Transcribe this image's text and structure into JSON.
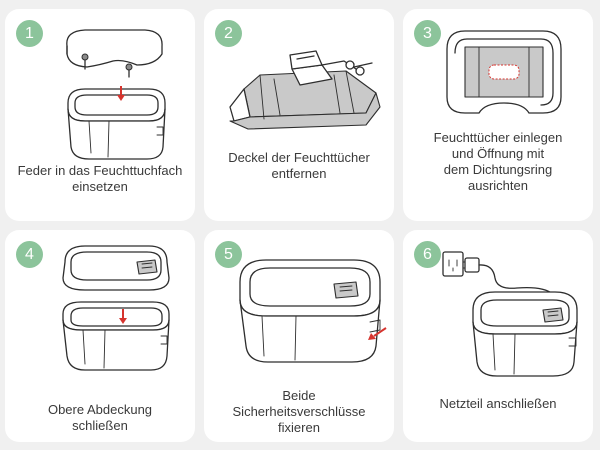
{
  "theme": {
    "badge_color": "#8cc49b",
    "arrow_color": "#d6342e",
    "card_bg": "#ffffff",
    "page_bg": "#f0f0f0"
  },
  "steps": [
    {
      "number": "1",
      "lines": [
        "Feder in das Feuchttuchfach",
        "einsetzen"
      ]
    },
    {
      "number": "2",
      "lines": [
        "Deckel der Feuchttücher",
        "entfernen"
      ]
    },
    {
      "number": "3",
      "lines": [
        "Feuchttücher einlegen",
        "und Öffnung mit",
        "dem Dichtungsring",
        "ausrichten"
      ]
    },
    {
      "number": "4",
      "lines": [
        "Obere Abdeckung",
        "schließen"
      ]
    },
    {
      "number": "5",
      "lines": [
        "Beide",
        "Sicherheitsverschlüsse",
        "fixieren"
      ]
    },
    {
      "number": "6",
      "lines": [
        "Netzteil anschließen"
      ]
    }
  ]
}
